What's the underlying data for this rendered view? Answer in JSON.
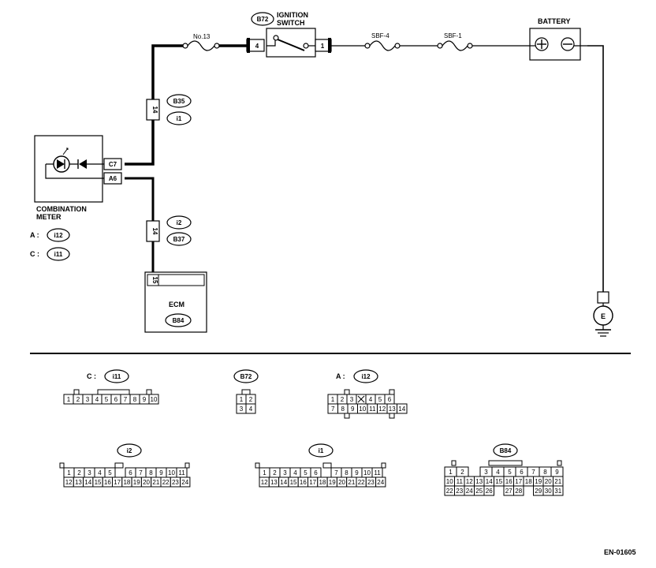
{
  "labels": {
    "fuse_no13": "No.13",
    "ignition_switch_line1": "IGNITION",
    "ignition_switch_line2": "SWITCH",
    "ignition_switch_ref": "B72",
    "sbf4": "SBF-4",
    "sbf1": "SBF-1",
    "battery": "BATTERY",
    "combination_meter_line1": "COMBINATION",
    "combination_meter_line2": "METER",
    "ecm": "ECM",
    "ecm_ref": "B84",
    "ground": "E",
    "battery_plus": "+",
    "battery_minus": "−",
    "footer_code": "EN-01605"
  },
  "connectors": {
    "upper_joint_pin": "14",
    "upper_joint_ref_top": "B35",
    "upper_joint_ref_bottom": "i1",
    "lower_joint_pin": "14",
    "lower_joint_ref_top": "i2",
    "lower_joint_ref_bottom": "B37",
    "ign_pin_left": "4",
    "ign_pin_right": "1",
    "meter_pin_top": "C7",
    "meter_pin_bottom": "A6",
    "ecm_pin": "15",
    "legend_a_letter": "A :",
    "legend_a_ref": "i12",
    "legend_c_letter": "C :",
    "legend_c_ref": "i11"
  },
  "connector_tables": {
    "c_i11": {
      "letter": "C :",
      "ref": "i11",
      "row1": [
        "1",
        "2",
        "3",
        "4",
        "5",
        "6",
        "7",
        "8",
        "9",
        "10"
      ]
    },
    "b72": {
      "ref": "B72",
      "row1": [
        "1",
        "2"
      ],
      "row2": [
        "3",
        "4"
      ]
    },
    "a_i12": {
      "letter": "A :",
      "ref": "i12",
      "row1": [
        "1",
        "2",
        "3",
        "",
        "4",
        "5",
        "6"
      ],
      "row2": [
        "7",
        "8",
        "9",
        "10",
        "11",
        "12",
        "13",
        "14"
      ]
    },
    "i2": {
      "ref": "i2",
      "row1": [
        "1",
        "2",
        "3",
        "4",
        "5",
        "",
        "6",
        "7",
        "8",
        "9",
        "10",
        "11"
      ],
      "row2": [
        "12",
        "13",
        "14",
        "15",
        "16",
        "17",
        "18",
        "19",
        "20",
        "21",
        "22",
        "23",
        "24"
      ]
    },
    "i1": {
      "ref": "i1",
      "row1": [
        "1",
        "2",
        "3",
        "4",
        "5",
        "6",
        "",
        "7",
        "8",
        "9",
        "10",
        "11"
      ],
      "row2": [
        "12",
        "13",
        "14",
        "15",
        "16",
        "17",
        "18",
        "19",
        "20",
        "21",
        "22",
        "23",
        "24"
      ]
    },
    "b84": {
      "ref": "B84",
      "row1": [
        "1",
        "2",
        "",
        "3",
        "4",
        "5",
        "6",
        "7",
        "8",
        "9"
      ],
      "row2": [
        "10",
        "11",
        "12",
        "13",
        "14",
        "15",
        "16",
        "17",
        "18",
        "19",
        "20",
        "21"
      ],
      "row3": [
        "22",
        "23",
        "24",
        "25",
        "26",
        "",
        "27",
        "28",
        "",
        "29",
        "30",
        "31"
      ]
    }
  }
}
